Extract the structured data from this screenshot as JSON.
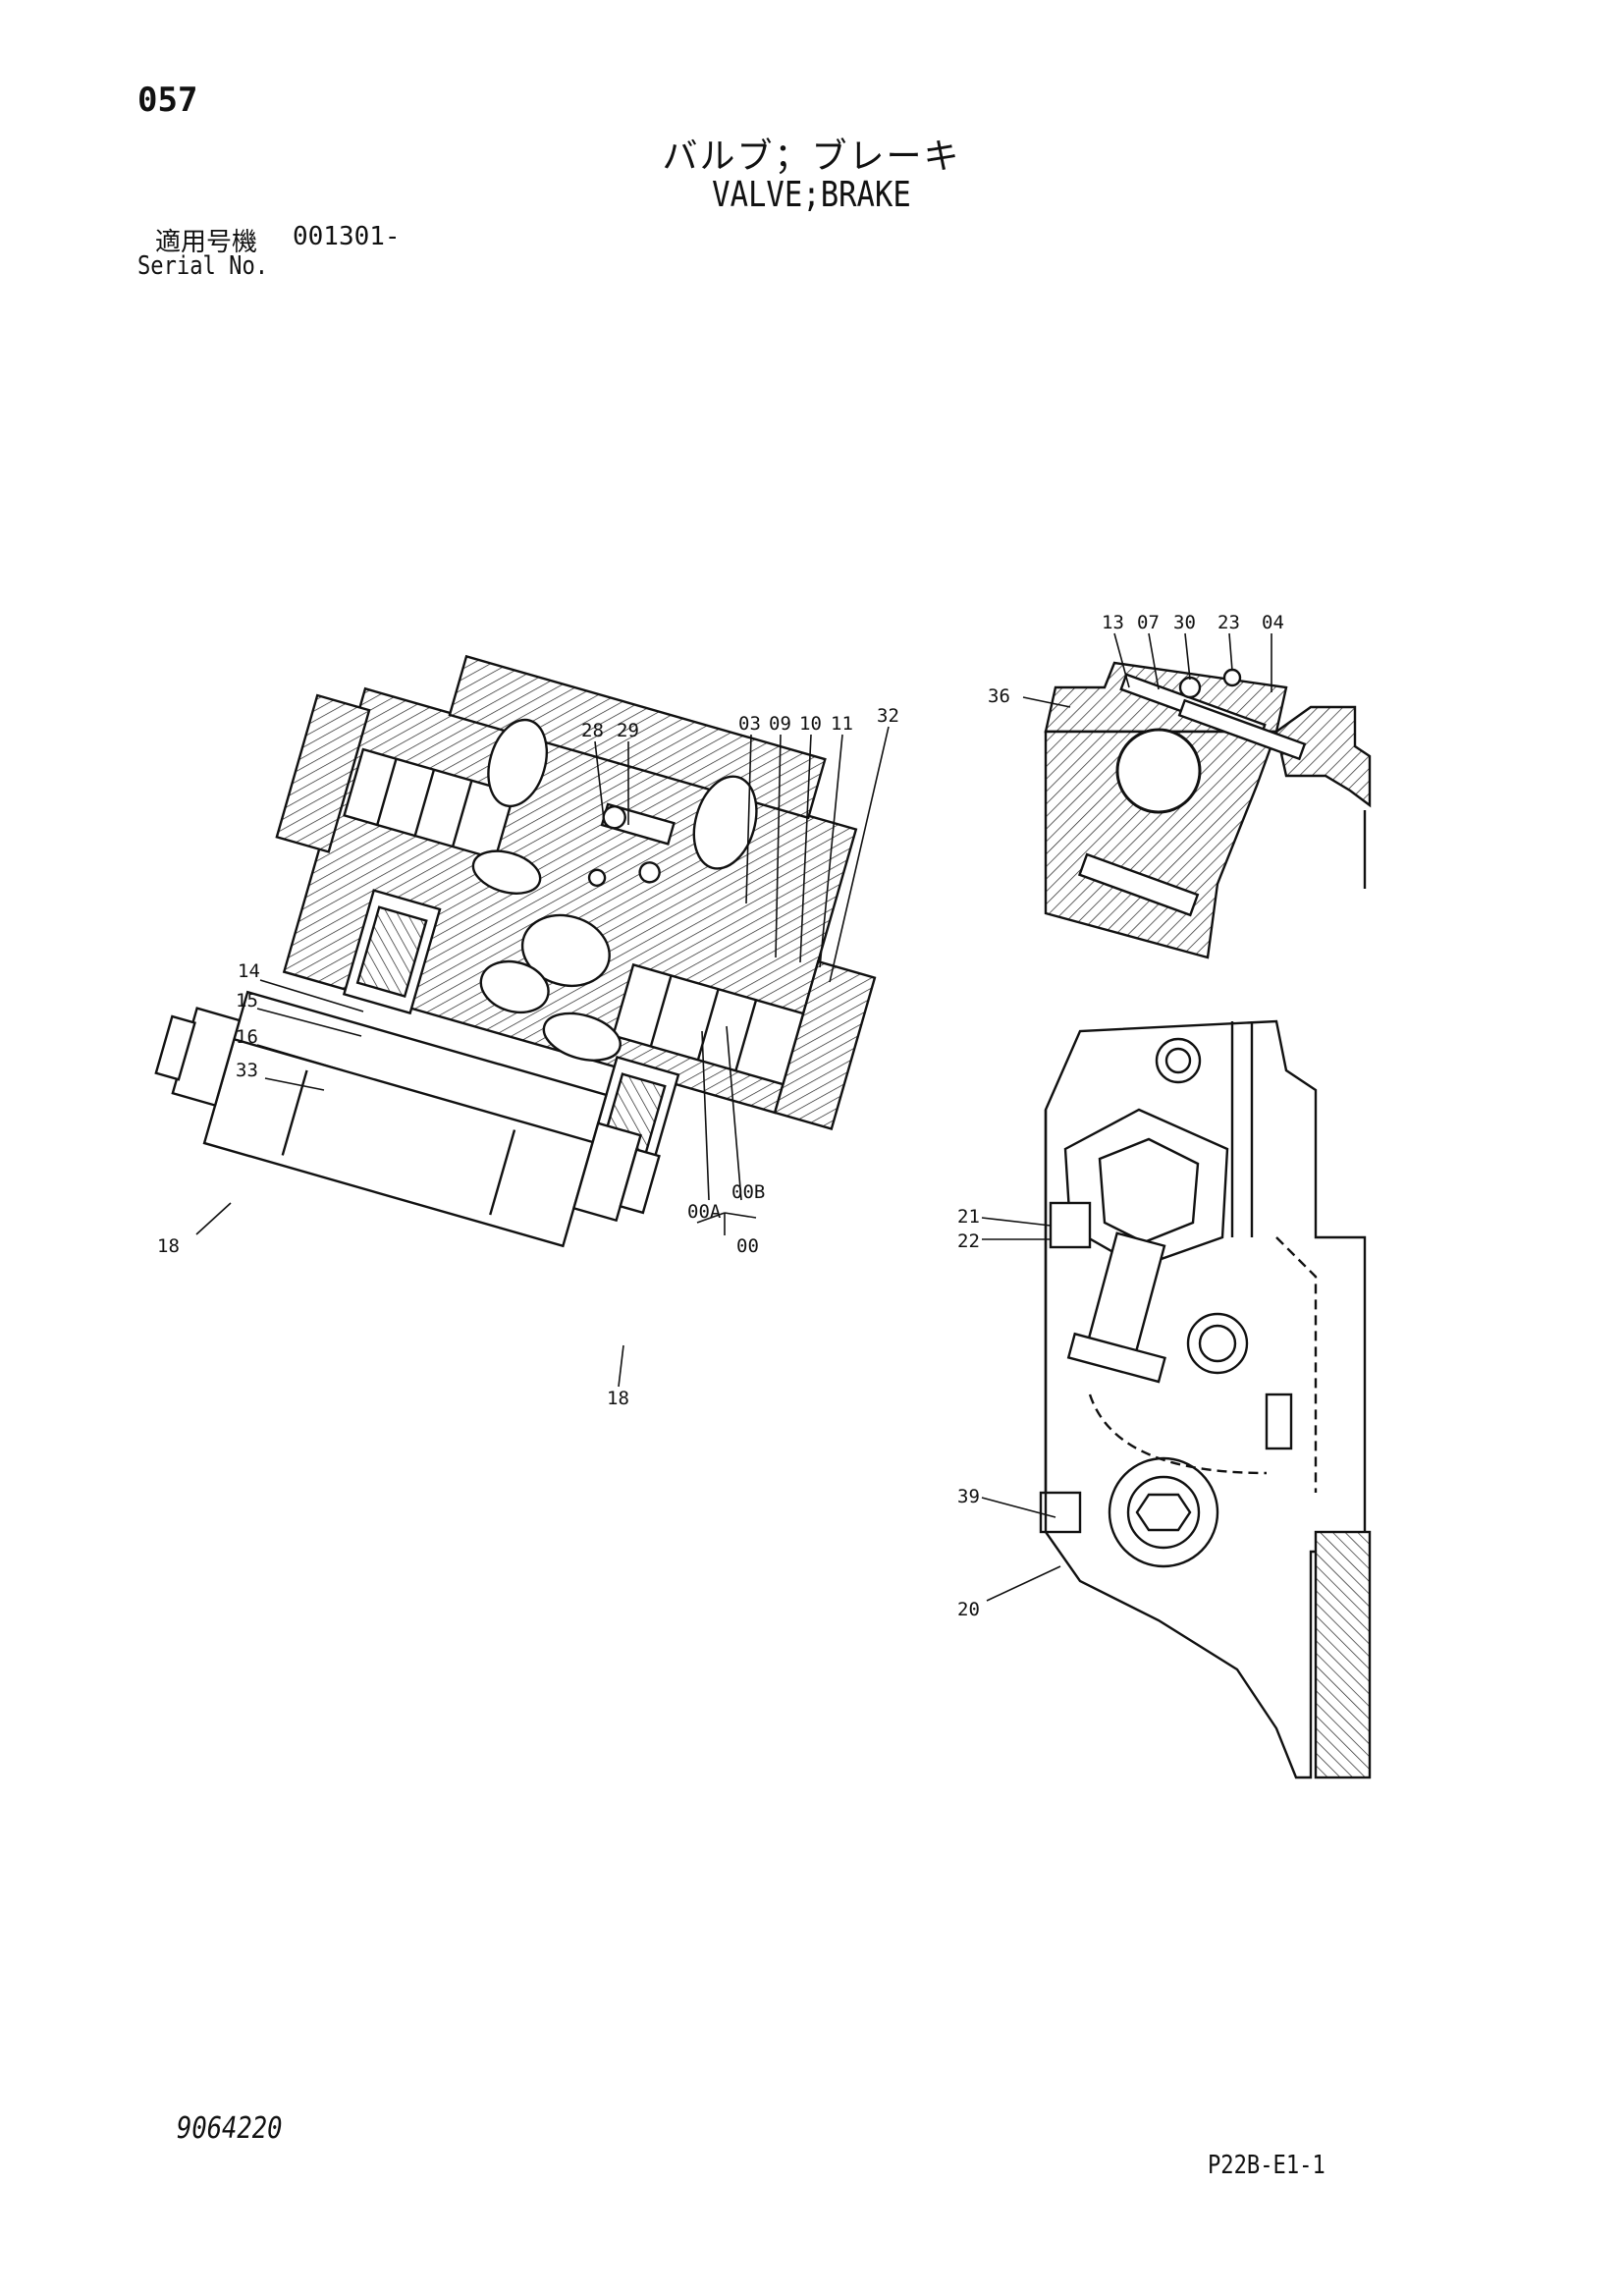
{
  "header": {
    "page_number": "057",
    "title_jp": "バルブ；ブレーキ",
    "title_en": "VALVE;BRAKE",
    "serial_label_jp": "適用号機",
    "serial_value": "001301-",
    "serial_label_en": "Serial No."
  },
  "footer": {
    "document_number": "9064220",
    "page_code": "P22B-E1-1"
  },
  "callouts_left": {
    "c28": "28",
    "c29": "29",
    "c03": "03",
    "c09": "09",
    "c10": "10",
    "c11": "11",
    "c32": "32",
    "c14": "14",
    "c15": "15",
    "c16": "16",
    "c33": "33",
    "c18a": "18",
    "c18b": "18",
    "c00a": "00A",
    "c00b": "00B",
    "c00": "00"
  },
  "callouts_right_top": {
    "c13": "13",
    "c07": "07",
    "c30": "30",
    "c23": "23",
    "c04": "04",
    "c36": "36"
  },
  "callouts_right_bottom": {
    "c21": "21",
    "c22": "22",
    "c39": "39",
    "c20": "20"
  }
}
